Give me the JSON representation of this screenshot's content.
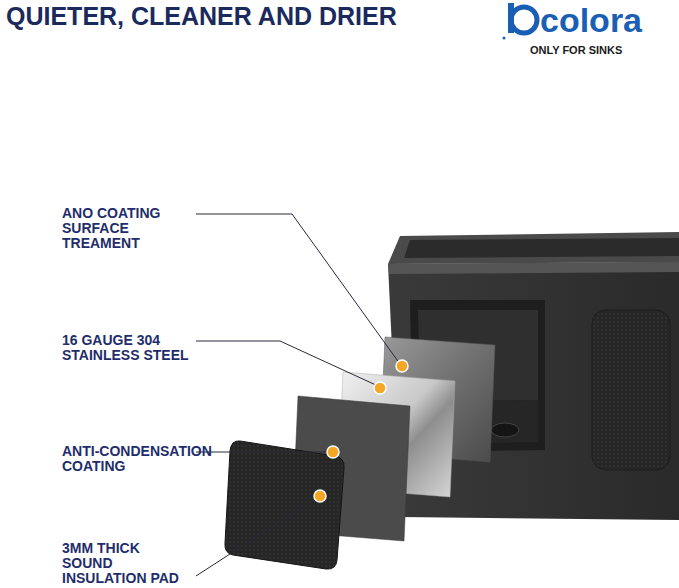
{
  "diagram": {
    "title": "QUIETER, CLEANER AND DRIER",
    "labels": [
      "colora",
      "ONLY FOR SINKS",
      "ANO COATING SURFACE TREAMENT",
      "16 GAUGE 304 STAINLESS STEEL",
      "ANTI-CONDENSATION COATING",
      "3MM THICK SOUND INSULATION PAD"
    ]
  }
}
